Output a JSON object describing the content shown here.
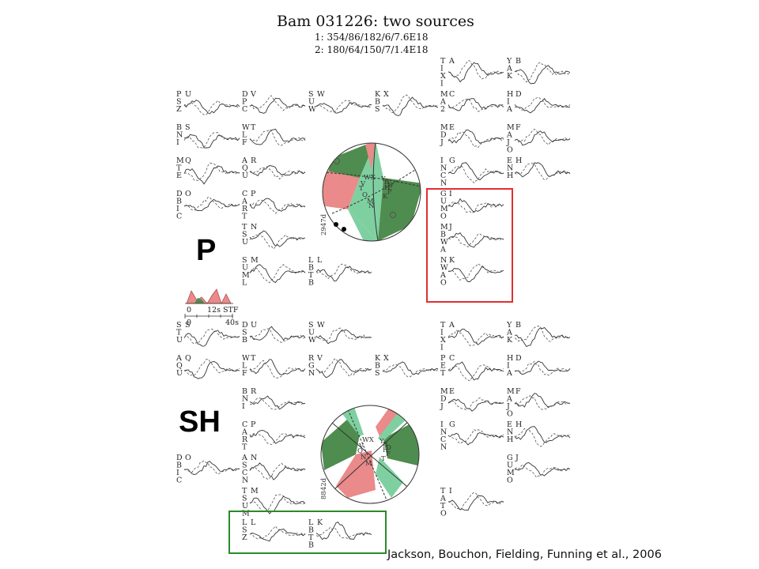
{
  "title": "Bam 031226: two sources",
  "sources": [
    "1: 354/86/182/6/7.6E18",
    "2: 180/64/150/7/1.4E18"
  ],
  "labels": {
    "p": "P",
    "sh": "SH"
  },
  "stf": {
    "label": "12s STF",
    "axis_label": "40s",
    "zero": "0"
  },
  "credit": "Jackson, Bouchon, Fielding, Funning et al., 2006",
  "beachball_labels": {
    "p": "2947d",
    "sh": "8842d"
  },
  "colors": {
    "dark_green": "#4f8c4f",
    "light_green": "#7fd0a0",
    "red": "#ea8a8a",
    "highlight_red": "#e03030",
    "highlight_green": "#2a8a2a"
  },
  "p_stations": [
    {
      "code": "PSZ",
      "letter": "U",
      "col": 0,
      "row": 0
    },
    {
      "code": "BNI",
      "letter": "S",
      "col": 0,
      "row": 1
    },
    {
      "code": "MTE",
      "letter": "Q",
      "col": 0,
      "row": 2
    },
    {
      "code": "DBIC",
      "letter": "O",
      "col": 0,
      "row": 3
    },
    {
      "code": "DPC",
      "letter": "V",
      "col": 1,
      "row": 0
    },
    {
      "code": "WLF",
      "letter": "T",
      "col": 1,
      "row": 1
    },
    {
      "code": "AQU",
      "letter": "R",
      "col": 1,
      "row": 2
    },
    {
      "code": "CART",
      "letter": "P",
      "col": 1,
      "row": 3
    },
    {
      "code": "TSU",
      "letter": "N",
      "col": 1,
      "row": 4
    },
    {
      "code": "SUML",
      "letter": "M",
      "col": 1,
      "row": 5
    },
    {
      "code": "SUW",
      "letter": "W",
      "col": 2,
      "row": 0
    },
    {
      "code": "LBTB",
      "letter": "L",
      "col": 2,
      "row": 5
    },
    {
      "code": "KBS",
      "letter": "X",
      "col": 3,
      "row": 0
    },
    {
      "code": "TIXI",
      "letter": "A",
      "col": 4,
      "row": 0
    },
    {
      "code": "MA2",
      "letter": "C",
      "col": 4,
      "row": 1
    },
    {
      "code": "MDJ",
      "letter": "E",
      "col": 4,
      "row": 2
    },
    {
      "code": "INCN",
      "letter": "G",
      "col": 4,
      "row": 3
    },
    {
      "code": "GUMO",
      "letter": "I",
      "col": 4,
      "row": 4
    },
    {
      "code": "MBWA",
      "letter": "J",
      "col": 4,
      "row": 5
    },
    {
      "code": "NWAO",
      "letter": "K",
      "col": 4,
      "row": 6
    },
    {
      "code": "YAK",
      "letter": "B",
      "col": 5,
      "row": 0
    },
    {
      "code": "HIA",
      "letter": "D",
      "col": 5,
      "row": 1
    },
    {
      "code": "MAJO",
      "letter": "F",
      "col": 5,
      "row": 2
    },
    {
      "code": "ENH",
      "letter": "H",
      "col": 5,
      "row": 3
    }
  ],
  "sh_stations": [
    {
      "code": "STU",
      "letter": "S",
      "col": 0,
      "row": 0
    },
    {
      "code": "AQU",
      "letter": "Q",
      "col": 0,
      "row": 1
    },
    {
      "code": "DBIC",
      "letter": "O",
      "col": 0,
      "row": 4
    },
    {
      "code": "DSB",
      "letter": "U",
      "col": 1,
      "row": 0
    },
    {
      "code": "WLF",
      "letter": "T",
      "col": 1,
      "row": 1
    },
    {
      "code": "BNI",
      "letter": "R",
      "col": 1,
      "row": 2
    },
    {
      "code": "CART",
      "letter": "P",
      "col": 1,
      "row": 3
    },
    {
      "code": "ASCN",
      "letter": "N",
      "col": 1,
      "row": 4
    },
    {
      "code": "TSUM",
      "letter": "M",
      "col": 1,
      "row": 5
    },
    {
      "code": "LSZ",
      "letter": "L",
      "col": 1,
      "row": 6
    },
    {
      "code": "SUW",
      "letter": "W",
      "col": 2,
      "row": 0
    },
    {
      "code": "RGN",
      "letter": "V",
      "col": 2,
      "row": 1
    },
    {
      "code": "LBTB",
      "letter": "K",
      "col": 2,
      "row": 6
    },
    {
      "code": "KBS",
      "letter": "X",
      "col": 3,
      "row": 1
    },
    {
      "code": "TIXI",
      "letter": "A",
      "col": 4,
      "row": 0
    },
    {
      "code": "PET",
      "letter": "C",
      "col": 4,
      "row": 1
    },
    {
      "code": "MDJ",
      "letter": "E",
      "col": 4,
      "row": 2
    },
    {
      "code": "INCN",
      "letter": "G",
      "col": 4,
      "row": 3
    },
    {
      "code": "TATO",
      "letter": "I",
      "col": 4,
      "row": 5
    },
    {
      "code": "YAK",
      "letter": "B",
      "col": 5,
      "row": 0
    },
    {
      "code": "HIA",
      "letter": "D",
      "col": 5,
      "row": 1
    },
    {
      "code": "MAJO",
      "letter": "F",
      "col": 5,
      "row": 2
    },
    {
      "code": "ENH",
      "letter": "H",
      "col": 5,
      "row": 3
    },
    {
      "code": "GUMO",
      "letter": "J",
      "col": 5,
      "row": 4
    }
  ],
  "p_ball_letters": [
    "WX",
    "V",
    "Y",
    "B",
    "D",
    "H",
    "F",
    "K",
    "T",
    "O",
    "M",
    "N"
  ],
  "sh_ball_letters": [
    "WX",
    "V",
    "Y",
    "B",
    "D",
    "H",
    "F",
    "T",
    "Q",
    "N",
    "M"
  ]
}
